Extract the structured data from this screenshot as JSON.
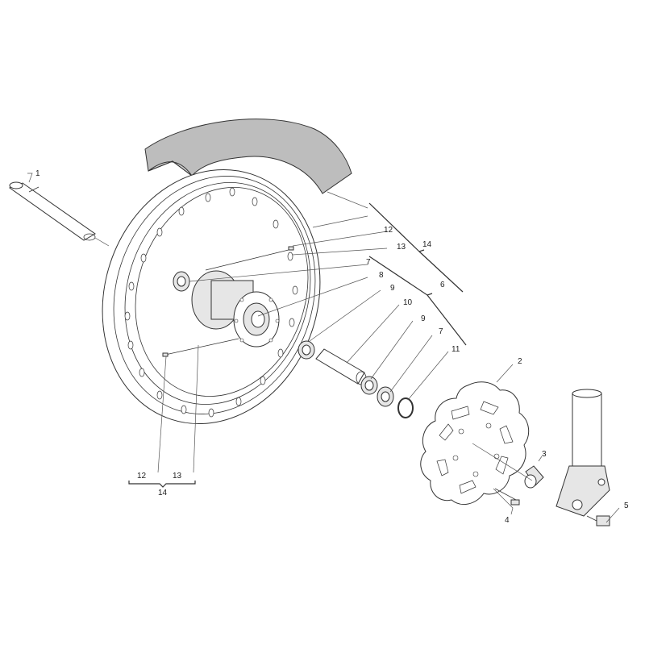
{
  "diagram": {
    "labels": {
      "axle": "1",
      "disc": "2",
      "spacer": "3",
      "disc_screw": "4",
      "fork_bolt": "5",
      "kit_bracket": "6",
      "bearing_left": "7",
      "bearing_right": "7",
      "oil_seal": "8",
      "washer_left": "9",
      "washer_right": "9",
      "spacer_tube": "10",
      "circlip": "11",
      "spoke_upper": "12",
      "spoke_lower": "12",
      "nipple_upper": "13",
      "nipple_lower": "13",
      "kit_upper": "14",
      "kit_lower": "14"
    },
    "colors": {
      "line": "#333333",
      "tyre_fill": "#bdbdbd",
      "part_fill": "#e6e6e6"
    }
  }
}
